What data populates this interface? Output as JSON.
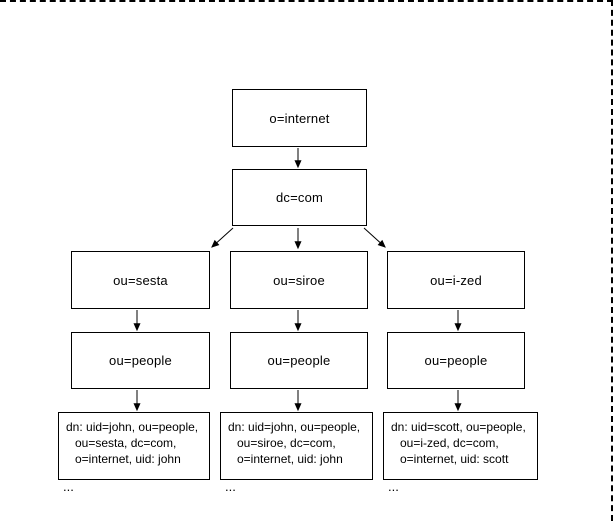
{
  "diagram": {
    "description": "LDAP directory information tree",
    "root": {
      "label": "o=internet"
    },
    "dc": {
      "label": "dc=com"
    },
    "orgs": [
      {
        "label": "ou=sesta"
      },
      {
        "label": "ou=siroe"
      },
      {
        "label": "ou=i-zed"
      }
    ],
    "people": [
      {
        "label": "ou=people"
      },
      {
        "label": "ou=people"
      },
      {
        "label": "ou=people"
      }
    ],
    "entries": [
      {
        "lines": [
          "dn: uid=john, ou=people,",
          "ou=sesta, dc=com,",
          "o=internet, uid: john"
        ],
        "more": "..."
      },
      {
        "lines": [
          "dn: uid=john, ou=people,",
          "ou=siroe, dc=com,",
          "o=internet, uid: john"
        ],
        "more": "..."
      },
      {
        "lines": [
          "dn: uid=scott, ou=people,",
          "ou=i-zed, dc=com,",
          "o=internet, uid: scott"
        ],
        "more": "..."
      }
    ]
  },
  "colors": {
    "line": "#000000",
    "text": "#000000",
    "background": "#ffffff",
    "frame_border": "#000000"
  }
}
